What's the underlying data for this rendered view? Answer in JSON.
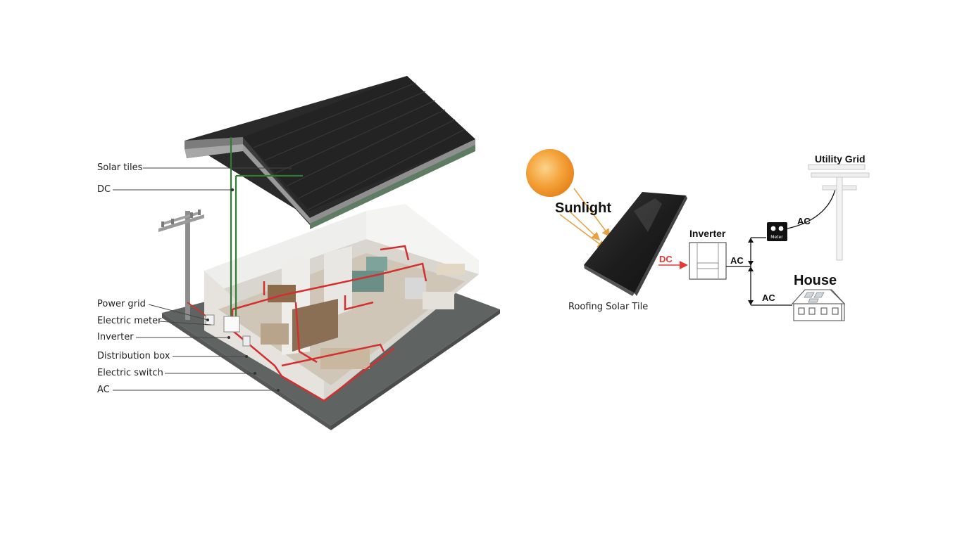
{
  "left_illustration": {
    "labels": {
      "solar_tiles": "Solar tiles",
      "dc": "DC",
      "power_grid": "Power grid",
      "electric_meter": "Electric meter",
      "inverter": "Inverter",
      "distribution_box": "Distribution box",
      "electric_switch": "Electric switch",
      "ac": "AC"
    }
  },
  "right_diagram": {
    "sunlight": "Sunlight",
    "roofing_solar_tile": "Roofing Solar Tile",
    "dc": "DC",
    "inverter": "Inverter",
    "ac_out": "AC",
    "ac_house": "AC",
    "ac_grid": "AC",
    "meter": "Meter",
    "utility_grid": "Utility Grid",
    "house": "House"
  },
  "colors": {
    "dc_wire": "#2e7d32",
    "ac_wire": "#d32f2f",
    "sun": "#f4a23a",
    "roof": "#2b2b2b",
    "floor": "#6e6e6e"
  }
}
